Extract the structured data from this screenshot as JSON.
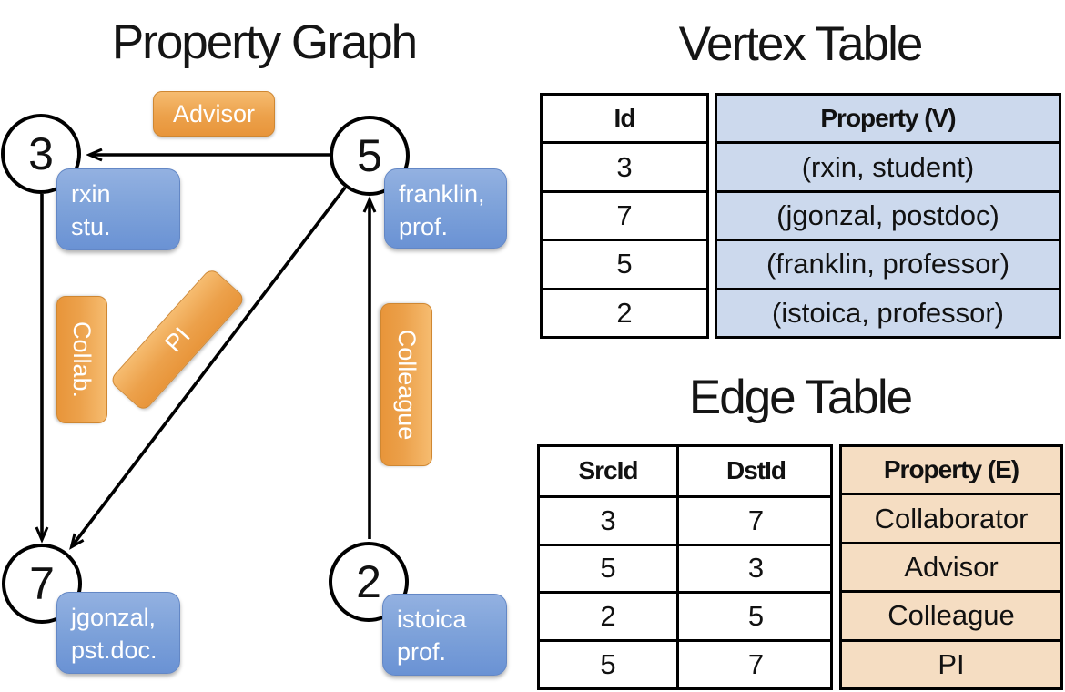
{
  "graph": {
    "title": "Property Graph",
    "nodes": [
      {
        "id": "3",
        "label_line1": "rxin",
        "label_line2": "stu."
      },
      {
        "id": "5",
        "label_line1": "franklin,",
        "label_line2": "prof."
      },
      {
        "id": "7",
        "label_line1": "jgonzal,",
        "label_line2": "pst.doc."
      },
      {
        "id": "2",
        "label_line1": "istoica",
        "label_line2": "prof."
      }
    ],
    "edge_labels": {
      "advisor": "Advisor",
      "collab": "Collab.",
      "pi": "PI",
      "colleague": "Colleague"
    }
  },
  "vertex_table": {
    "title": "Vertex Table",
    "headers": {
      "id": "Id",
      "property": "Property (V)"
    },
    "rows": [
      {
        "id": "3",
        "property": "(rxin, student)"
      },
      {
        "id": "7",
        "property": "(jgonzal, postdoc)"
      },
      {
        "id": "5",
        "property": "(franklin, professor)"
      },
      {
        "id": "2",
        "property": "(istoica, professor)"
      }
    ]
  },
  "edge_table": {
    "title": "Edge Table",
    "headers": {
      "src": "SrcId",
      "dst": "DstId",
      "property": "Property (E)"
    },
    "rows": [
      {
        "src": "3",
        "dst": "7",
        "property": "Collaborator"
      },
      {
        "src": "5",
        "dst": "3",
        "property": "Advisor"
      },
      {
        "src": "2",
        "dst": "5",
        "property": "Colleague"
      },
      {
        "src": "5",
        "dst": "7",
        "property": "PI"
      }
    ]
  },
  "colors": {
    "edge_label_bg": "#eca14b",
    "vertex_label_bg": "#7fa3da",
    "vertex_property_bg": "#ccd9ed",
    "edge_property_bg": "#f5ddc2",
    "line_color": "#000000"
  }
}
